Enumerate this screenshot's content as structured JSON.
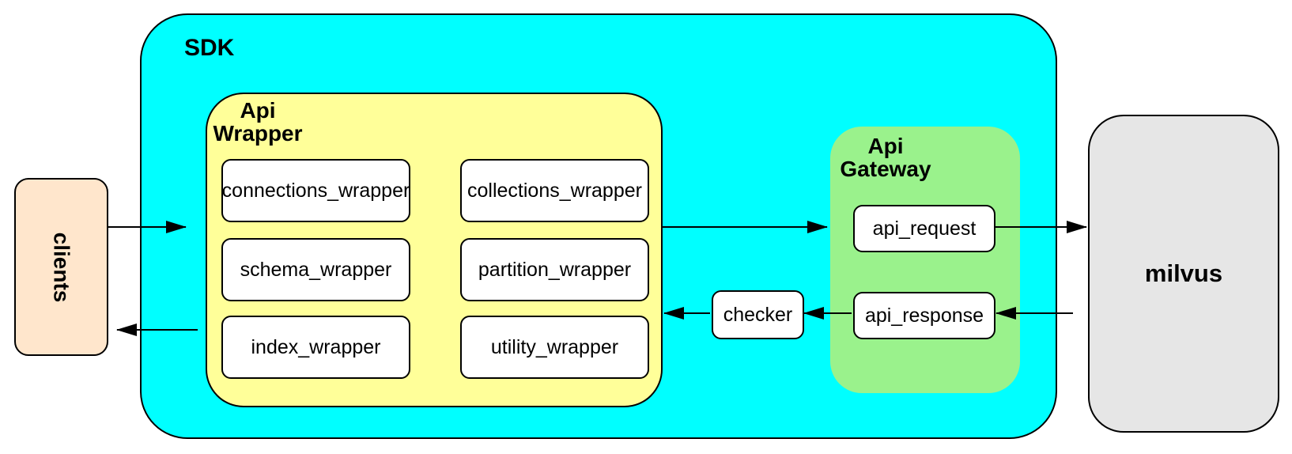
{
  "sdk_label": "SDK",
  "clients_label": "clients",
  "milvus_label": "milvus",
  "checker_label": "checker",
  "api_wrapper": {
    "label_line1": "Api",
    "label_line2": "Wrapper",
    "boxes": [
      "connections_wrapper",
      "collections_wrapper",
      "schema_wrapper",
      "partition_wrapper",
      "index_wrapper",
      "utility_wrapper"
    ]
  },
  "api_gateway": {
    "label_line1": "Api",
    "label_line2": "Gateway",
    "boxes": [
      "api_request",
      "api_response"
    ]
  },
  "colors": {
    "cyan": "#00ffff",
    "yellow": "#ffff99",
    "green": "#9af28c",
    "peach": "#ffe6cc",
    "gray": "#e6e6e6",
    "border": "#000000",
    "boxfill": "#ffffff",
    "ink": "#000000"
  }
}
